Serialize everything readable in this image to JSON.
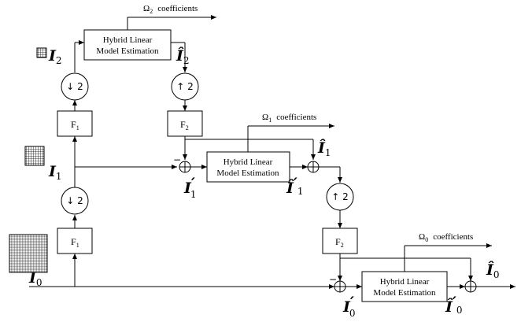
{
  "blocks": {
    "hybrid_line1": "Hybrid Linear",
    "hybrid_line2": "Model Estimation"
  },
  "coefficients": {
    "level2": {
      "symbol": "Ω",
      "sub": "2",
      "text": "coefficients"
    },
    "level1": {
      "symbol": "Ω",
      "sub": "1",
      "text": "coefficients"
    },
    "level0": {
      "symbol": "Ω",
      "sub": "0",
      "text": "coefficients"
    }
  },
  "filters": {
    "f1": {
      "name": "F",
      "sub": "1"
    },
    "f2": {
      "name": "F",
      "sub": "2"
    }
  },
  "operators": {
    "down": "↓ 2",
    "up": "↑ 2",
    "minus": "−"
  },
  "signals": {
    "I": "I",
    "I_hat": "Î",
    "I2_sub": "2",
    "I1_sub": "1",
    "I0_sub": "0",
    "prime": "′"
  }
}
